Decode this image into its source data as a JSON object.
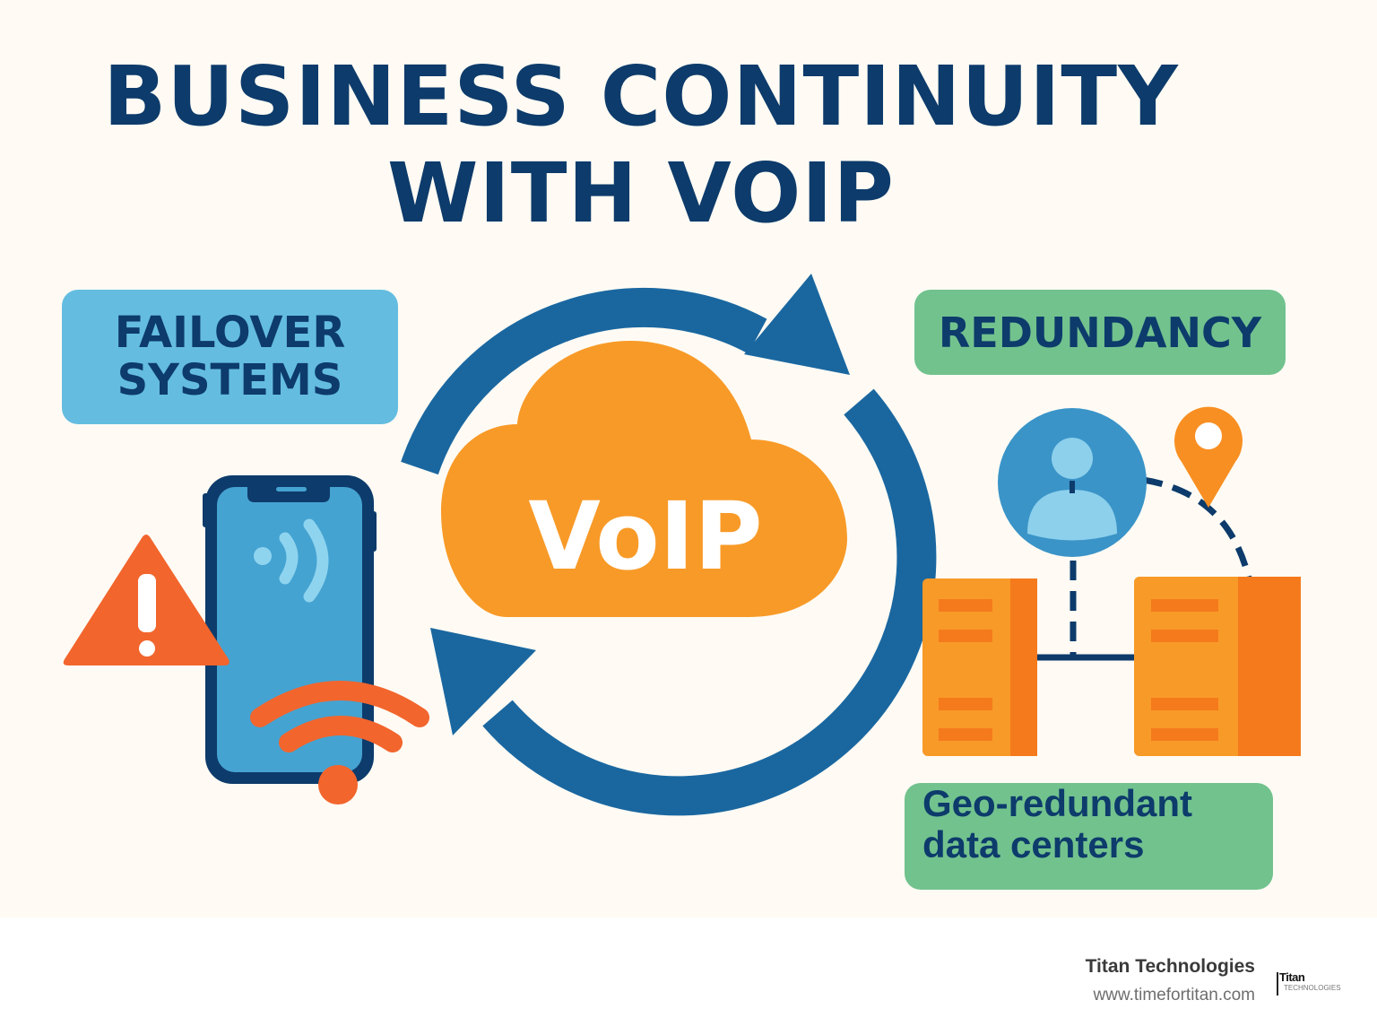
{
  "title": {
    "line1": "BUSINESS CONTINUITY",
    "line2": "WITH VOIP"
  },
  "left": {
    "label_line1": "FAILOVER",
    "label_line2": "SYSTEMS",
    "icons": [
      "warning-icon",
      "smartphone-icon",
      "signal-waves-icon",
      "wifi-icon"
    ]
  },
  "center": {
    "cloud_label": "VoIP",
    "icons": [
      "cycle-arrows-icon",
      "cloud-icon"
    ]
  },
  "right": {
    "label": "REDUNDANCY",
    "caption_line1": "Geo-redundant",
    "caption_line2": "data centers",
    "icons": [
      "user-icon",
      "location-pin-icon",
      "server-icon",
      "server-icon"
    ]
  },
  "footer": {
    "company": "Titan Technologies",
    "url": "www.timefortitan.com",
    "logo_top": "Titan",
    "logo_bottom": "TECHNOLOGIES"
  },
  "colors": {
    "navy": "#0d3b6b",
    "arrow_blue": "#1a67a0",
    "light_blue": "#64bde0",
    "phone_screen": "#45a3d1",
    "orange": "#f89a28",
    "dark_orange": "#f57a1c",
    "red_orange": "#f2652d",
    "green": "#72c28e",
    "background": "#fffbf4"
  }
}
